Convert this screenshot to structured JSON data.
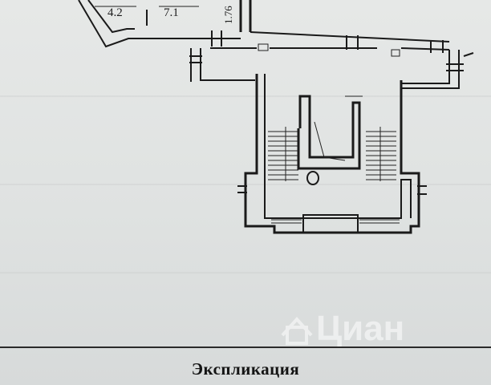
{
  "plan": {
    "room_left_area": "4.2",
    "room_right_area": "7.1",
    "dimension_label": "1.76"
  },
  "watermark": {
    "brand": "Циан",
    "logo_icon": "cian-house-icon"
  },
  "explication": {
    "title": "Экспликация"
  }
}
